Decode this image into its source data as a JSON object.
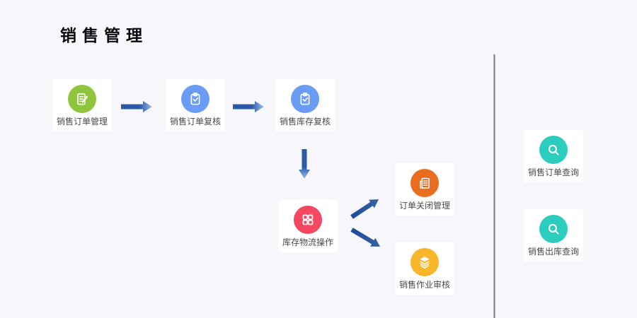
{
  "page": {
    "title": "销售管理"
  },
  "colors": {
    "background": "#f7f7fb",
    "card": "#ffffff",
    "arrow_dark": "#24549f",
    "arrow_light": "#9cc0ee",
    "divider": "#7a7a7a",
    "label_text": "#4a4a4a",
    "title_text": "#0a0a0a",
    "green": "#8fc43d",
    "blue": "#6b9cf5",
    "red": "#f5475f",
    "orange": "#ea6c1e",
    "yellow": "#f9b62b",
    "teal": "#2bcdbe"
  },
  "flow": {
    "nodes": [
      {
        "label": "销售订单管理",
        "icon": "doc-edit-icon",
        "color": "#8fc43d"
      },
      {
        "label": "销售订单复核",
        "icon": "clipboard-check-icon",
        "color": "#6b9cf5"
      },
      {
        "label": "销售库存复核",
        "icon": "clipboard-check-icon",
        "color": "#6b9cf5"
      },
      {
        "label": "库存物流操作",
        "icon": "grid-icon",
        "color": "#f5475f"
      },
      {
        "label": "订单关闭管理",
        "icon": "invoice-icon",
        "color": "#ea6c1e"
      },
      {
        "label": "销售作业审核",
        "icon": "layers-icon",
        "color": "#f9b62b"
      }
    ]
  },
  "queries": {
    "nodes": [
      {
        "label": "销售订单查询",
        "icon": "search-icon",
        "color": "#2bcdbe"
      },
      {
        "label": "销售出库查询",
        "icon": "search-icon",
        "color": "#2bcdbe"
      }
    ]
  }
}
